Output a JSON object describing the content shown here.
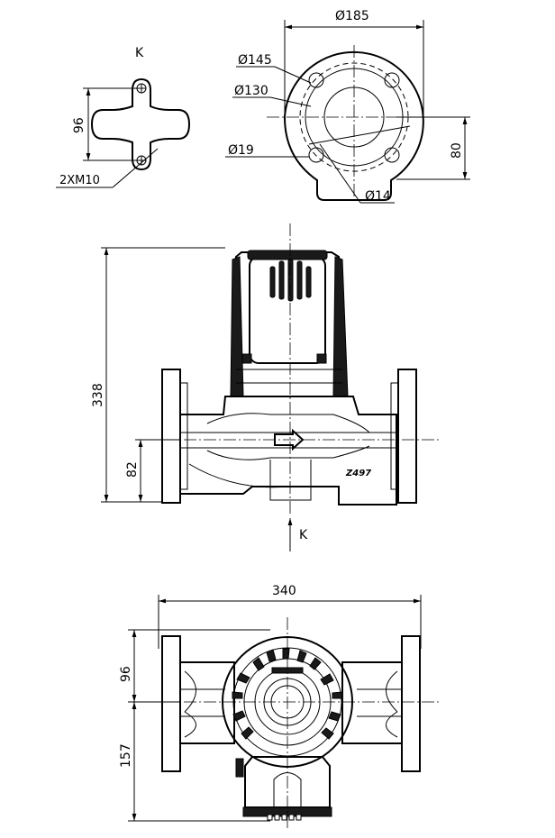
{
  "top_left": {
    "view_label": "K",
    "dim_bolt_spacing": "96",
    "bolt_callout": "2XM10"
  },
  "top_right": {
    "dim_outer": "Ø185",
    "dim_bolt_circle": "Ø145",
    "dim_raised_face": "Ø130",
    "dim_bolt_hole": "Ø19",
    "dim_bore": "Ø14",
    "dim_height_offset": "80"
  },
  "front_view": {
    "dim_total_height": "338",
    "dim_axis_height": "82",
    "model_mark": "Z497",
    "view_label": "K"
  },
  "bottom_view": {
    "dim_width": "340",
    "dim_upper": "96",
    "dim_lower": "157"
  }
}
